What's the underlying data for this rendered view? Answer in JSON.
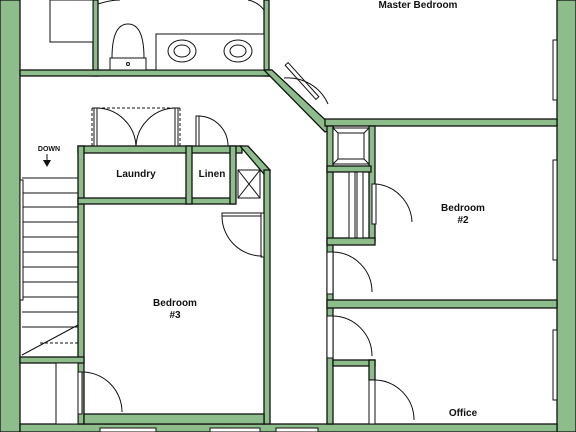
{
  "rooms": {
    "master_bedroom": "Master Bedroom",
    "laundry": "Laundry",
    "linen": "Linen",
    "bedroom2_line1": "Bedroom",
    "bedroom2_line2": "#2",
    "bedroom3_line1": "Bedroom",
    "bedroom3_line2": "#3",
    "office": "Office"
  },
  "stairs": {
    "direction_label": "DOWN"
  },
  "colors": {
    "wall": "#8dbd8b",
    "floor": "#ffffff",
    "line": "#111111"
  }
}
